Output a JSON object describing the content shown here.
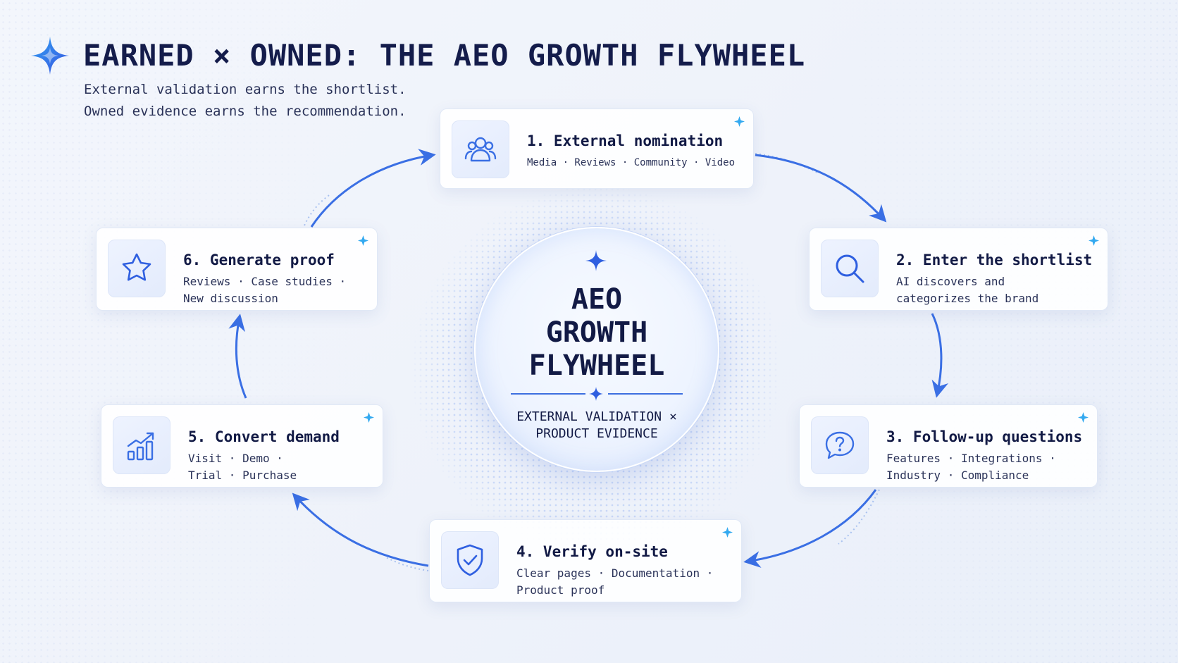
{
  "header": {
    "title": "EARNED × OWNED: THE AEO GROWTH FLYWHEEL",
    "subtitle_lines": [
      "External validation earns the shortlist.",
      "Owned evidence earns the recommendation."
    ]
  },
  "hub": {
    "title_lines": [
      "AEO",
      "GROWTH",
      "FLYWHEEL"
    ],
    "subtitle_lines": [
      "EXTERNAL VALIDATION ×",
      "PRODUCT EVIDENCE"
    ]
  },
  "steps": [
    {
      "title": "1. External nomination",
      "icon": "users-icon",
      "lines": [
        "Media · Reviews · Community · Video"
      ]
    },
    {
      "title": "2. Enter the shortlist",
      "icon": "search-icon",
      "lines": [
        "AI discovers and",
        "categorizes the brand"
      ]
    },
    {
      "title": "3. Follow-up questions",
      "icon": "question-bubble-icon",
      "lines": [
        "Features · Integrations ·",
        "Industry · Compliance"
      ]
    },
    {
      "title": "4. Verify on-site",
      "icon": "shield-check-icon",
      "lines": [
        "Clear pages · Documentation ·",
        "Product proof"
      ]
    },
    {
      "title": "5. Convert demand",
      "icon": "growth-chart-icon",
      "lines": [
        "Visit · Demo ·",
        "Trial · Purchase"
      ]
    },
    {
      "title": "6. Generate proof",
      "icon": "star-icon",
      "lines": [
        "Reviews · Case studies ·",
        "New discussion"
      ]
    }
  ],
  "colors": {
    "accent": "#3a6fe4",
    "title": "#141c4b",
    "text": "#2a3258",
    "spark": "#33a9f0"
  }
}
